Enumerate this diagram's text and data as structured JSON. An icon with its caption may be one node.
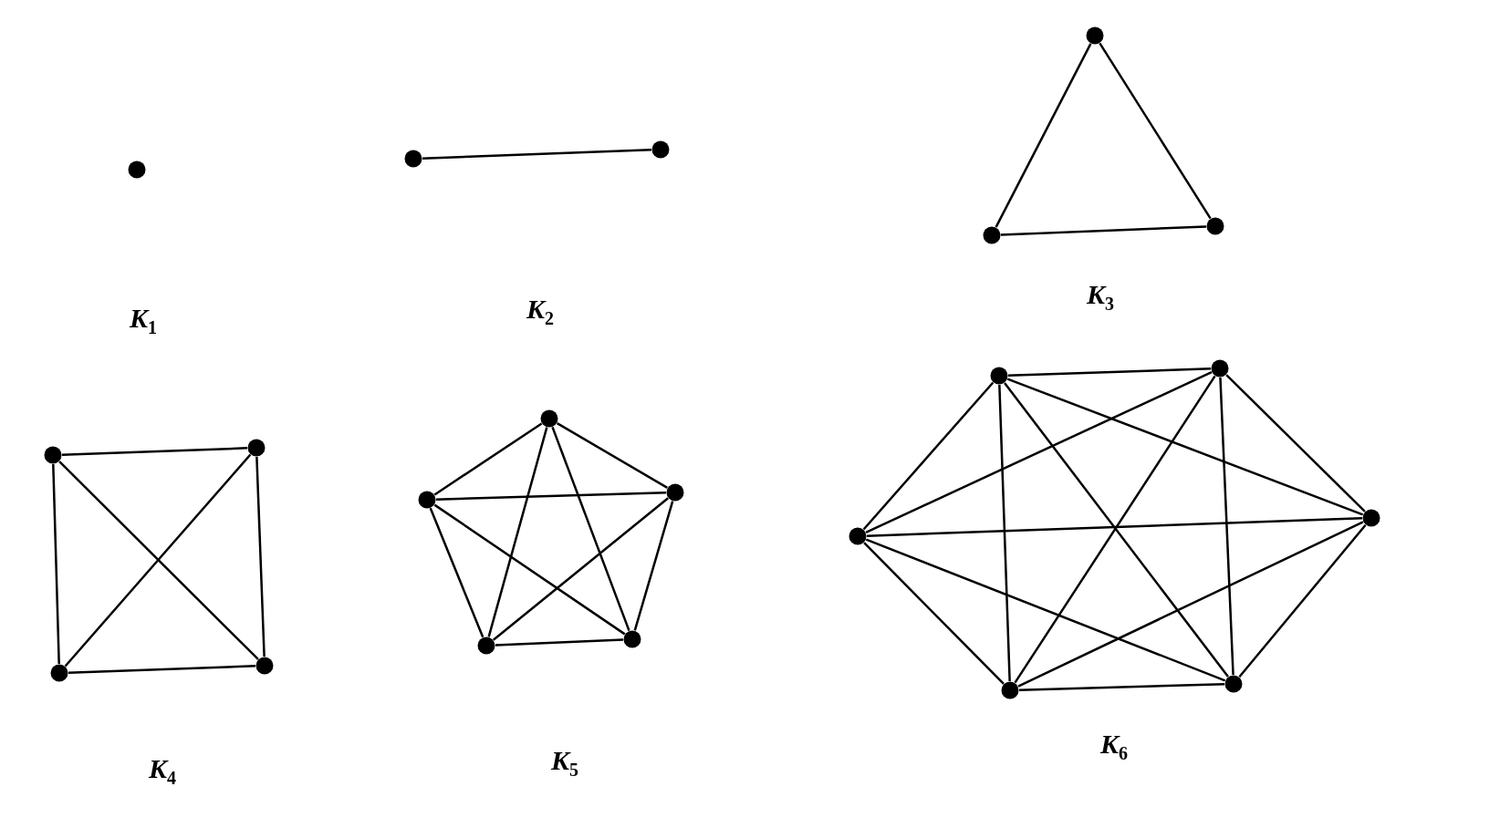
{
  "diagram": {
    "nodes": [
      {
        "text": [],
        "shape": "circle"
      },
      {
        "text": [],
        "shape": "circle"
      },
      {
        "text": [],
        "shape": "circle"
      },
      {
        "text": [],
        "shape": "circle"
      },
      {
        "text": [],
        "shape": "circle"
      },
      {
        "text": [],
        "shape": "circle"
      },
      {
        "text": [],
        "shape": "circle"
      },
      {
        "text": [],
        "shape": "circle"
      },
      {
        "text": [],
        "shape": "circle"
      },
      {
        "text": [],
        "shape": "circle"
      },
      {
        "text": [],
        "shape": "circle"
      },
      {
        "text": [],
        "shape": "circle"
      },
      {
        "text": [],
        "shape": "circle"
      },
      {
        "text": [],
        "shape": "circle"
      },
      {
        "text": [],
        "shape": "circle"
      },
      {
        "text": [],
        "shape": "circle"
      },
      {
        "text": [],
        "shape": "circle"
      },
      {
        "text": [],
        "shape": "circle"
      },
      {
        "text": [],
        "shape": "circle"
      },
      {
        "text": [],
        "shape": "circle"
      },
      {
        "text": [],
        "shape": "circle"
      }
    ],
    "edges": [
      {
        "from": 1,
        "to": 2,
        "arrow": "none"
      },
      {
        "from": 3,
        "to": 4,
        "arrow": "none"
      },
      {
        "from": 3,
        "to": 5,
        "arrow": "none"
      },
      {
        "from": 4,
        "to": 5,
        "arrow": "none"
      },
      {
        "from": 6,
        "to": 7,
        "arrow": "none"
      },
      {
        "from": 6,
        "to": 8,
        "arrow": "none"
      },
      {
        "from": 6,
        "to": 9,
        "arrow": "none"
      },
      {
        "from": 7,
        "to": 8,
        "arrow": "none"
      },
      {
        "from": 7,
        "to": 9,
        "arrow": "none"
      },
      {
        "from": 8,
        "to": 9,
        "arrow": "none"
      },
      {
        "from": 10,
        "to": 11,
        "arrow": "none"
      },
      {
        "from": 10,
        "to": 12,
        "arrow": "none"
      },
      {
        "from": 10,
        "to": 13,
        "arrow": "none"
      },
      {
        "from": 10,
        "to": 14,
        "arrow": "none"
      },
      {
        "from": 11,
        "to": 12,
        "arrow": "none"
      },
      {
        "from": 11,
        "to": 13,
        "arrow": "none"
      },
      {
        "from": 11,
        "to": 14,
        "arrow": "none"
      },
      {
        "from": 12,
        "to": 13,
        "arrow": "none"
      },
      {
        "from": 12,
        "to": 14,
        "arrow": "none"
      },
      {
        "from": 13,
        "to": 14,
        "arrow": "none"
      },
      {
        "from": 15,
        "to": 16,
        "arrow": "none"
      },
      {
        "from": 15,
        "to": 17,
        "arrow": "none"
      },
      {
        "from": 15,
        "to": 18,
        "arrow": "none"
      },
      {
        "from": 15,
        "to": 19,
        "arrow": "none"
      },
      {
        "from": 15,
        "to": 20,
        "arrow": "none"
      },
      {
        "from": 16,
        "to": 17,
        "arrow": "none"
      },
      {
        "from": 16,
        "to": 18,
        "arrow": "none"
      },
      {
        "from": 16,
        "to": 19,
        "arrow": "none"
      },
      {
        "from": 16,
        "to": 20,
        "arrow": "none"
      },
      {
        "from": 17,
        "to": 18,
        "arrow": "none"
      },
      {
        "from": 17,
        "to": 19,
        "arrow": "none"
      },
      {
        "from": 17,
        "to": 20,
        "arrow": "none"
      },
      {
        "from": 18,
        "to": 19,
        "arrow": "none"
      },
      {
        "from": 18,
        "to": 20,
        "arrow": "none"
      },
      {
        "from": 19,
        "to": 20,
        "arrow": "none"
      }
    ],
    "labels": [
      "K$_{1}$",
      "K$_{2}$",
      "K$_{3}$",
      "K$_{4}$",
      "K$_{5}$",
      "K$_{6}$"
    ]
  }
}
